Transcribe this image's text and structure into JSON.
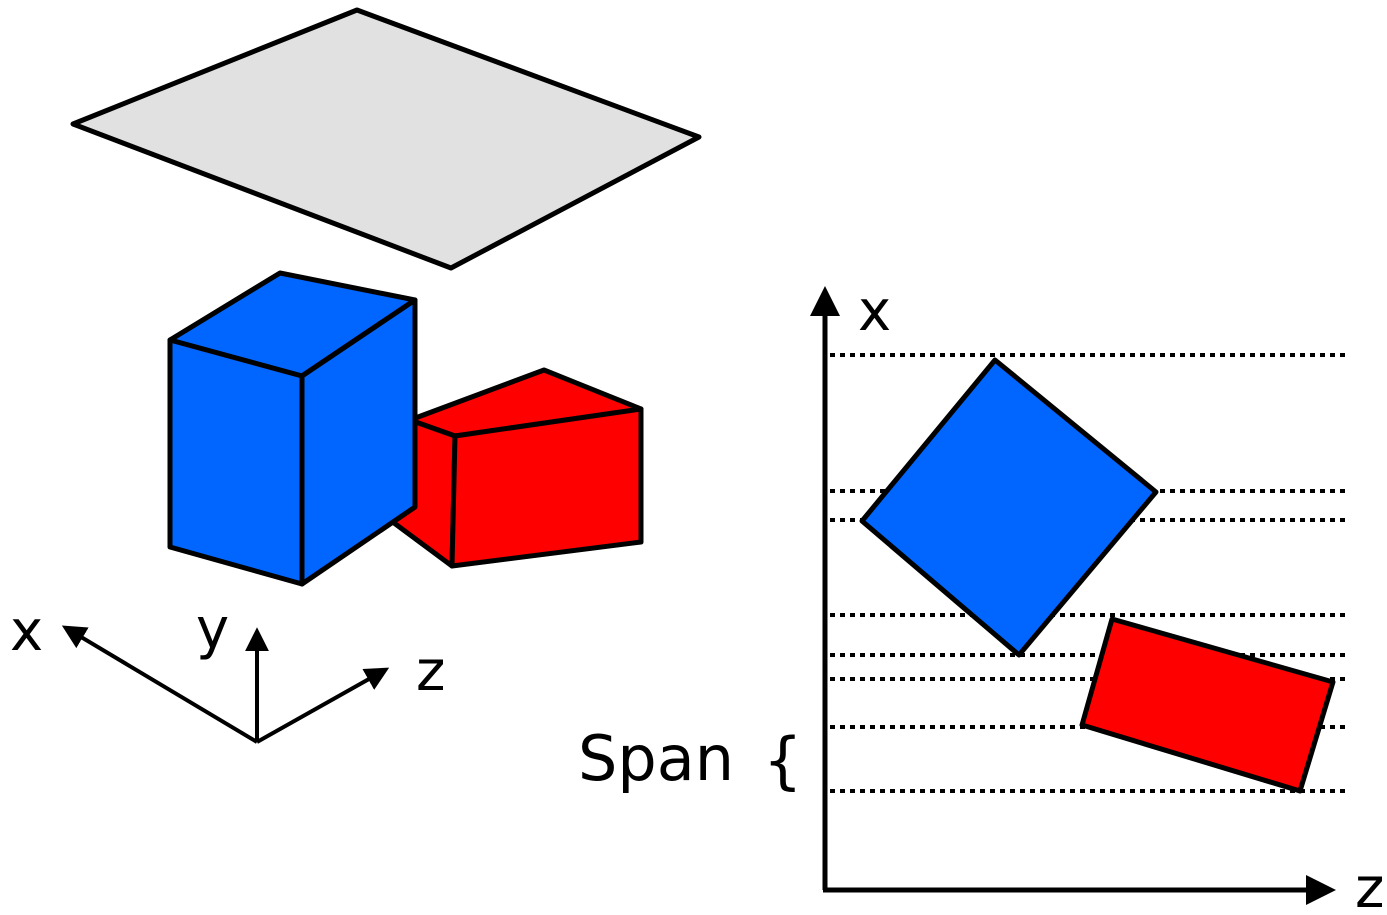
{
  "left_axes": {
    "x": "x",
    "y": "y",
    "z": "z"
  },
  "right_axes": {
    "x": "x",
    "z": "z"
  },
  "span_label": "Span",
  "span_brace": "{",
  "colors": {
    "plane": "#e1e1e1",
    "blue": "#0066ff",
    "red": "#ff0000",
    "stroke": "#000000"
  }
}
